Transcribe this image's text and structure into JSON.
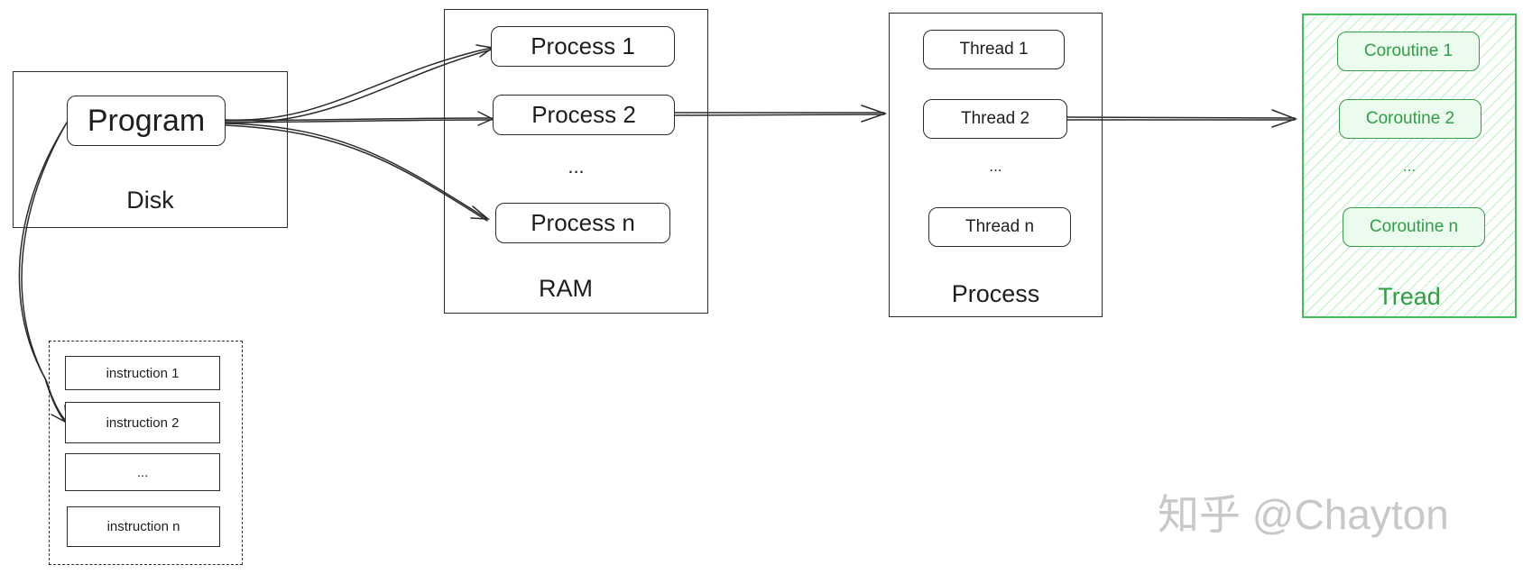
{
  "disk": {
    "program": "Program",
    "label": "Disk"
  },
  "instructions": [
    "instruction 1",
    "instruction 2",
    "...",
    "instruction n"
  ],
  "ram": {
    "label": "RAM",
    "items": [
      "Process 1",
      "Process 2",
      "...",
      "Process n"
    ]
  },
  "process": {
    "label": "Process",
    "items": [
      "Thread 1",
      "Thread 2",
      "...",
      "Thread n"
    ]
  },
  "thread": {
    "label": "Tread",
    "items": [
      "Coroutine 1",
      "Coroutine 2",
      "...",
      "Coroutine n"
    ]
  },
  "watermark": "知乎 @Chayton",
  "colors": {
    "ink": "#2b2b2b",
    "green": "#2f9e44",
    "green_fill": "#ebfbee"
  }
}
